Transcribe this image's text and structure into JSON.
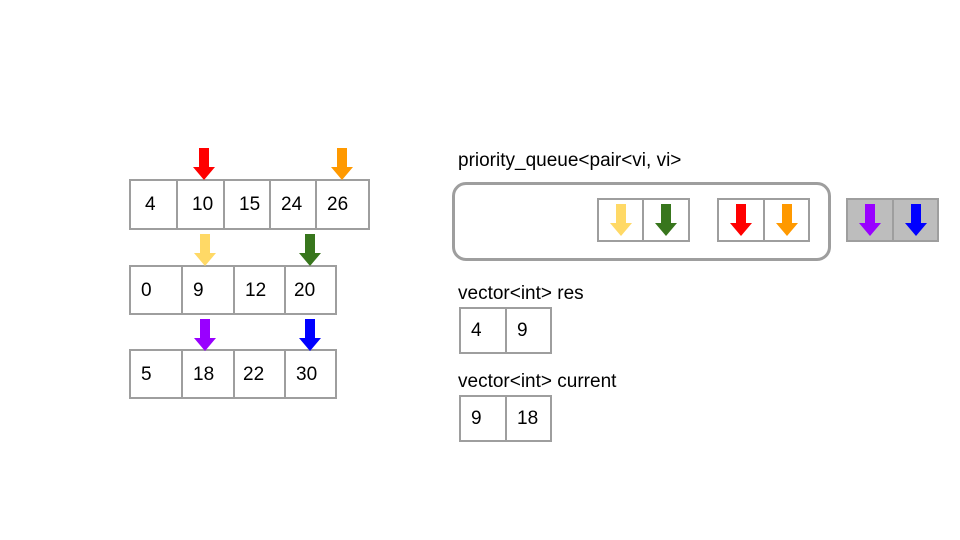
{
  "arrays": [
    {
      "values": [
        "4",
        "10",
        "15",
        "24",
        "26"
      ]
    },
    {
      "values": [
        "0",
        "9",
        "12",
        "20"
      ]
    },
    {
      "values": [
        "5",
        "18",
        "22",
        "30"
      ]
    }
  ],
  "pointer_colors": {
    "red": "#ff0000",
    "orange": "#ff9900",
    "light_yellow": "#ffd966",
    "dark_green": "#38761d",
    "purple": "#9900ff",
    "blue": "#0000ff"
  },
  "pq": {
    "label": "priority_queue<pair<vi, vi>",
    "pairs": [
      {
        "first": "light_yellow",
        "second": "dark_green"
      },
      {
        "first": "red",
        "second": "orange"
      }
    ],
    "popped": {
      "first": "purple",
      "second": "blue"
    }
  },
  "res": {
    "label": "vector<int> res",
    "values": [
      "4",
      "9"
    ]
  },
  "current": {
    "label": "vector<int> current",
    "values": [
      "9",
      "18"
    ]
  }
}
